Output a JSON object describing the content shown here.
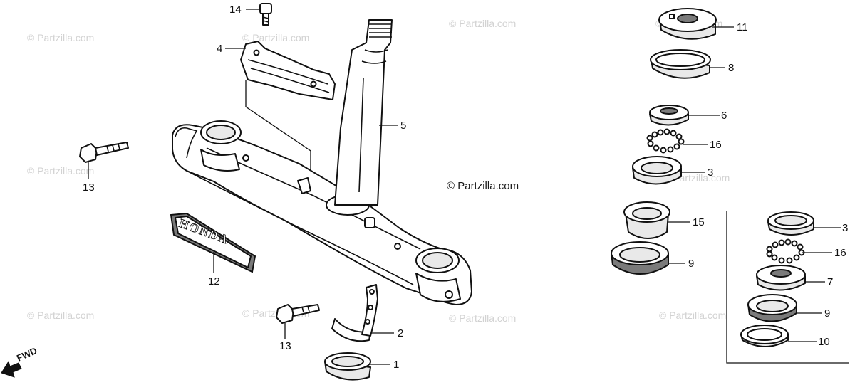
{
  "diagram": {
    "watermarks": [
      "© Partzilla.com"
    ],
    "main_watermark": "© Partzilla.com",
    "emblem_text": "HONDA",
    "fwd_label": "FWD",
    "callouts": {
      "c1": "1",
      "c2": "2",
      "c3a": "3",
      "c3b": "3",
      "c4": "4",
      "c5": "5",
      "c6": "6",
      "c7": "7",
      "c8": "8",
      "c9a": "9",
      "c9b": "9",
      "c10": "10",
      "c11": "11",
      "c12": "12",
      "c13a": "13",
      "c13b": "13",
      "c14": "14",
      "c15": "15",
      "c16a": "16",
      "c16b": "16"
    }
  }
}
